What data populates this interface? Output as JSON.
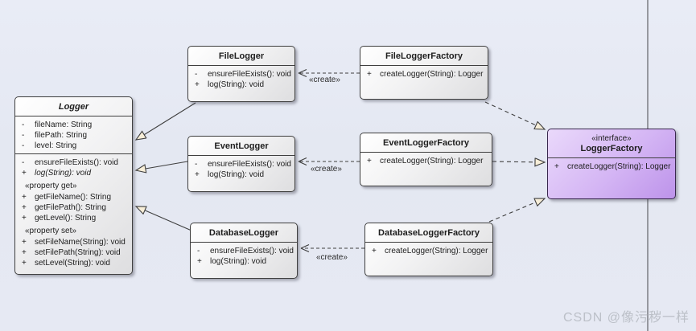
{
  "diagram": {
    "watermark": "CSDN @像污秽一样",
    "create_label": "«create»"
  },
  "colors": {
    "background": "#e6e9f3",
    "class_border": "#3f3f3f",
    "class_fill": "#ededee",
    "interface_fill_top": "#ead9fb",
    "interface_fill_bottom": "#bd93ea",
    "triangle_fill": "#f7eed8",
    "watermark_text": "#bcc0c8"
  },
  "classes": {
    "logger": {
      "name": "Logger",
      "attributes": [
        {
          "vis": "-",
          "text": "fileName: String"
        },
        {
          "vis": "-",
          "text": "filePath: String"
        },
        {
          "vis": "-",
          "text": "level: String"
        }
      ],
      "operations": [
        {
          "vis": "-",
          "text": "ensureFileExists(): void"
        },
        {
          "vis": "+",
          "text": "log(String): void"
        }
      ],
      "property_get_label": "«property get»",
      "getters": [
        {
          "vis": "+",
          "text": "getFileName(): String"
        },
        {
          "vis": "+",
          "text": "getFilePath(): String"
        },
        {
          "vis": "+",
          "text": "getLevel(): String"
        }
      ],
      "property_set_label": "«property set»",
      "setters": [
        {
          "vis": "+",
          "text": "setFileName(String): void"
        },
        {
          "vis": "+",
          "text": "setFilePath(String): void"
        },
        {
          "vis": "+",
          "text": "setLevel(String): void"
        }
      ]
    },
    "file_logger": {
      "name": "FileLogger",
      "operations": [
        {
          "vis": "-",
          "text": "ensureFileExists(): void"
        },
        {
          "vis": "+",
          "text": "log(String): void"
        }
      ]
    },
    "event_logger": {
      "name": "EventLogger",
      "operations": [
        {
          "vis": "-",
          "text": "ensureFileExists(): void"
        },
        {
          "vis": "+",
          "text": "log(String): void"
        }
      ]
    },
    "database_logger": {
      "name": "DatabaseLogger",
      "operations": [
        {
          "vis": "-",
          "text": "ensureFileExists(): void"
        },
        {
          "vis": "+",
          "text": "log(String): void"
        }
      ]
    },
    "file_logger_factory": {
      "name": "FileLoggerFactory",
      "operations": [
        {
          "vis": "+",
          "text": "createLogger(String): Logger"
        }
      ]
    },
    "event_logger_factory": {
      "name": "EventLoggerFactory",
      "operations": [
        {
          "vis": "+",
          "text": "createLogger(String): Logger"
        }
      ]
    },
    "database_logger_factory": {
      "name": "DatabaseLoggerFactory",
      "operations": [
        {
          "vis": "+",
          "text": "createLogger(String): Logger"
        }
      ]
    },
    "logger_factory": {
      "stereotype": "«interface»",
      "name": "LoggerFactory",
      "operations": [
        {
          "vis": "+",
          "text": "createLogger(String): Logger"
        }
      ]
    }
  }
}
